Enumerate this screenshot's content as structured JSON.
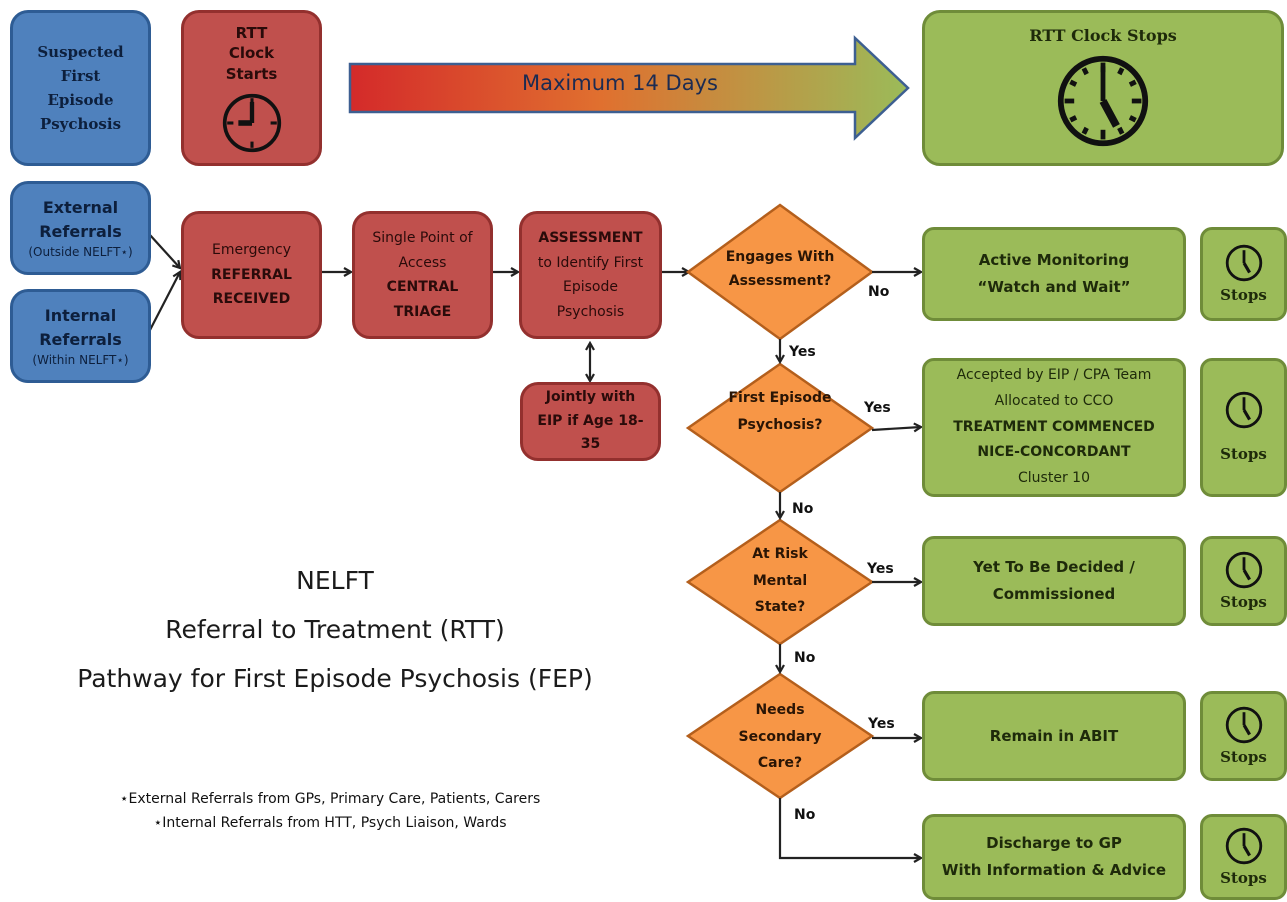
{
  "colors": {
    "blue": "#4f81bd",
    "red": "#c0504d",
    "green": "#9bbb59",
    "orange": "#f79646",
    "arrow_gradient": [
      "#d42a2a",
      "#9bbb59"
    ]
  },
  "top": {
    "suspected": "Suspected First Episode Psychosis",
    "clock_starts": "RTT Clock Starts",
    "max_days": "Maximum 14 Days",
    "clock_stops": "RTT Clock Stops"
  },
  "referrals": {
    "external_title": "External Referrals",
    "external_sub": "(Outside NELFT⋆)",
    "internal_title": "Internal Referrals",
    "internal_sub": "(Within NELFT⋆)"
  },
  "process": {
    "emergency_1": "Emergency",
    "emergency_2": "REFERRAL RECEIVED",
    "spa_1": "Single Point of Access",
    "spa_2": "CENTRAL TRIAGE",
    "assess_1": "ASSESSMENT",
    "assess_2": "to Identify First Episode Psychosis",
    "jointly": "Jointly with EIP if Age 18-35"
  },
  "decisions": {
    "engages": "Engages With Assessment?",
    "fep": "First Episode Psychosis?",
    "arms": "At Risk Mental State?",
    "secondary": "Needs Secondary Care?"
  },
  "labels": {
    "yes": "Yes",
    "no": "No"
  },
  "outcomes": {
    "active_1": "Active Monitoring",
    "active_2": "“Watch and Wait”",
    "accepted_1": "Accepted by EIP / CPA Team",
    "accepted_2": "Allocated to CCO",
    "accepted_3": "TREATMENT COMMENCED",
    "accepted_4": "NICE-CONCORDANT",
    "accepted_5": "Cluster 10",
    "ytbd_1": "Yet To Be Decided /",
    "ytbd_2": "Commissioned",
    "abit": "Remain in ABIT",
    "discharge_1": "Discharge to GP",
    "discharge_2": "With Information & Advice",
    "stops": "Stops"
  },
  "title": {
    "line1": "NELFT",
    "line2": "Referral to Treatment (RTT)",
    "line3": "Pathway for First Episode Psychosis (FEP)"
  },
  "footnotes": {
    "external": "⋆External Referrals from GPs, Primary Care, Patients, Carers",
    "internal": "⋆Internal Referrals from HTT, Psych Liaison, Wards"
  }
}
